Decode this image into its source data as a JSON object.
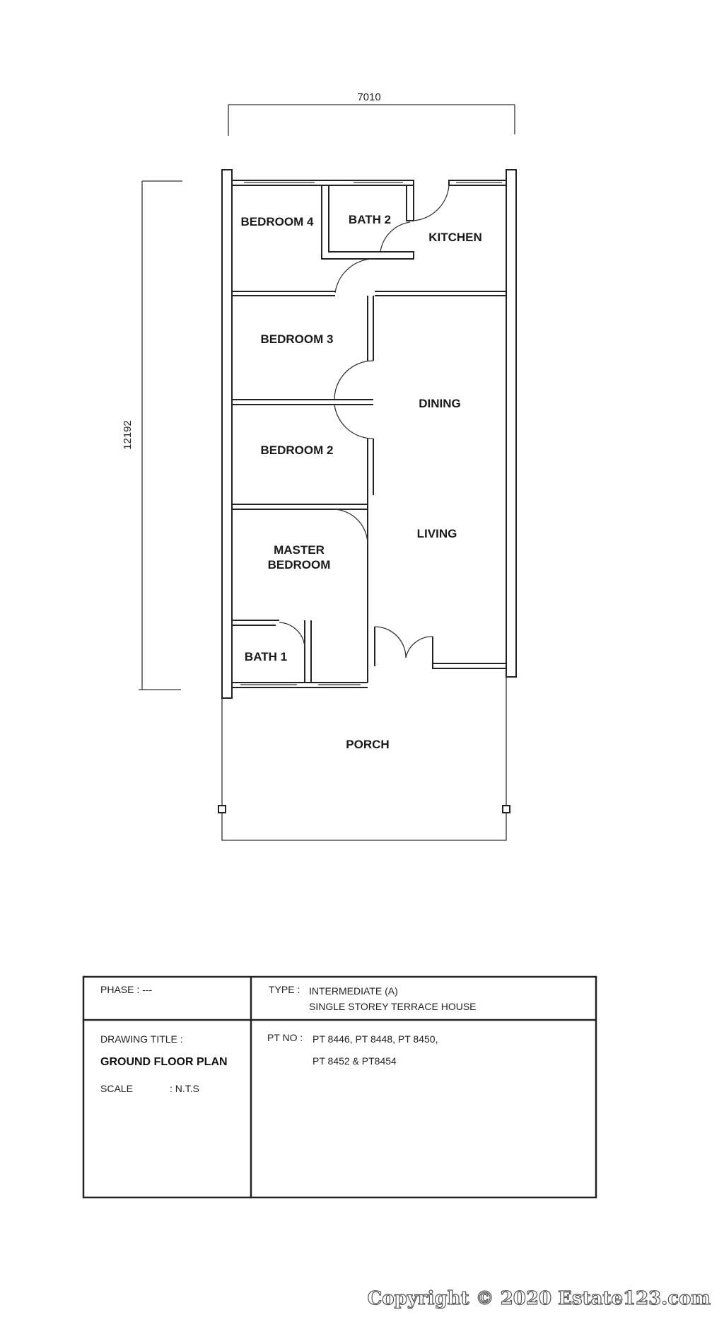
{
  "plan": {
    "width_dimension": "7010",
    "depth_dimension": "12192",
    "rooms": {
      "bedroom4": "BEDROOM 4",
      "bath2": "BATH 2",
      "kitchen": "KITCHEN",
      "bedroom3": "BEDROOM 3",
      "dining": "DINING",
      "bedroom2": "BEDROOM 2",
      "living": "LIVING",
      "master_line1": "MASTER",
      "master_line2": "BEDROOM",
      "bath1": "BATH 1",
      "porch": "PORCH"
    }
  },
  "title_block": {
    "phase": "PHASE : ---",
    "type_label": "TYPE :",
    "type_line1": "INTERMEDIATE (A)",
    "type_line2": "SINGLE STOREY TERRACE HOUSE",
    "drawing_title_label": "DRAWING TITLE :",
    "drawing_title": "GROUND FLOOR PLAN",
    "scale_label": "SCALE",
    "scale_value": ": N.T.S",
    "pt_no_label": "PT NO :",
    "pt_no_line1": "PT 8446, PT 8448, PT 8450,",
    "pt_no_line2": "PT 8452 & PT8454"
  },
  "watermark": "Copyright © 2020 Estate123.com"
}
